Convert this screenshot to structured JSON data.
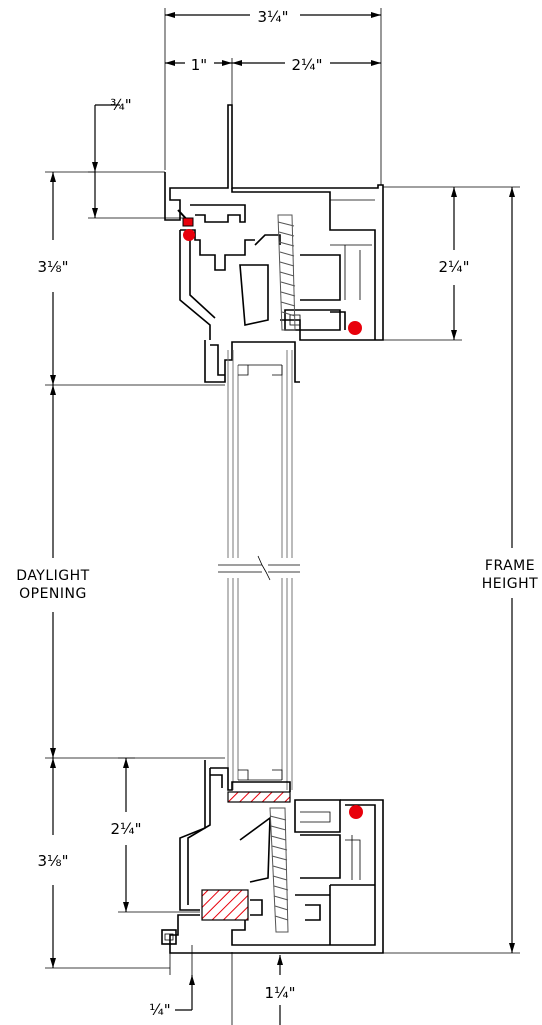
{
  "dimensions": {
    "overall_width": "3¼\"",
    "left_width": "1\"",
    "right_width": "2¼\"",
    "top_offset": "¾\"",
    "head_height": "3⅛\"",
    "head_right_height": "2¼\"",
    "sill_height": "3⅛\"",
    "sill_inner_height": "2¼\"",
    "bottom_left": "¼\"",
    "bottom_right": "1¼\""
  },
  "labels": {
    "daylight_line1": "DAYLIGHT",
    "daylight_line2": "OPENING",
    "frame_line1": "FRAME",
    "frame_line2": "HEIGHT"
  },
  "colors": {
    "seal": "#e8000b",
    "hatch": "#e8000b",
    "line": "#000000"
  }
}
